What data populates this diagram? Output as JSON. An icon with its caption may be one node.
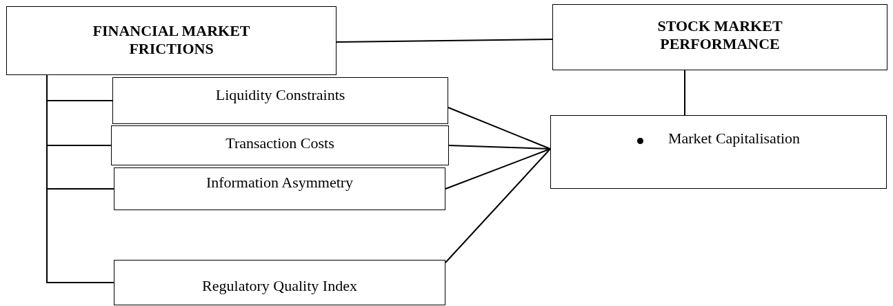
{
  "diagram": {
    "nodes": [
      {
        "text": [
          "FINANCIAL MARKET FRICTIONS"
        ]
      },
      {
        "text": [
          "STOCK MARKET PERFORMANCE"
        ]
      },
      {
        "text": [
          "Liquidity Constraints"
        ]
      },
      {
        "text": [
          "Transaction Costs"
        ]
      },
      {
        "text": [
          "Information Asymmetry"
        ]
      },
      {
        "text": [
          "Regulatory Quality Index"
        ]
      },
      {
        "text": [
          "Market Capitalisation"
        ]
      }
    ],
    "edges": [
      {
        "from": 0,
        "to": 1,
        "arrow": "none"
      },
      {
        "from": 0,
        "to": 2,
        "arrow": "none"
      },
      {
        "from": 0,
        "to": 3,
        "arrow": "none"
      },
      {
        "from": 0,
        "to": 4,
        "arrow": "none"
      },
      {
        "from": 0,
        "to": 5,
        "arrow": "none"
      },
      {
        "from": 1,
        "to": 6,
        "arrow": "none"
      },
      {
        "from": 2,
        "to": 6,
        "arrow": "none"
      },
      {
        "from": 3,
        "to": 6,
        "arrow": "none"
      },
      {
        "from": 4,
        "to": 6,
        "arrow": "none"
      },
      {
        "from": 5,
        "to": 6,
        "arrow": "none"
      }
    ]
  }
}
